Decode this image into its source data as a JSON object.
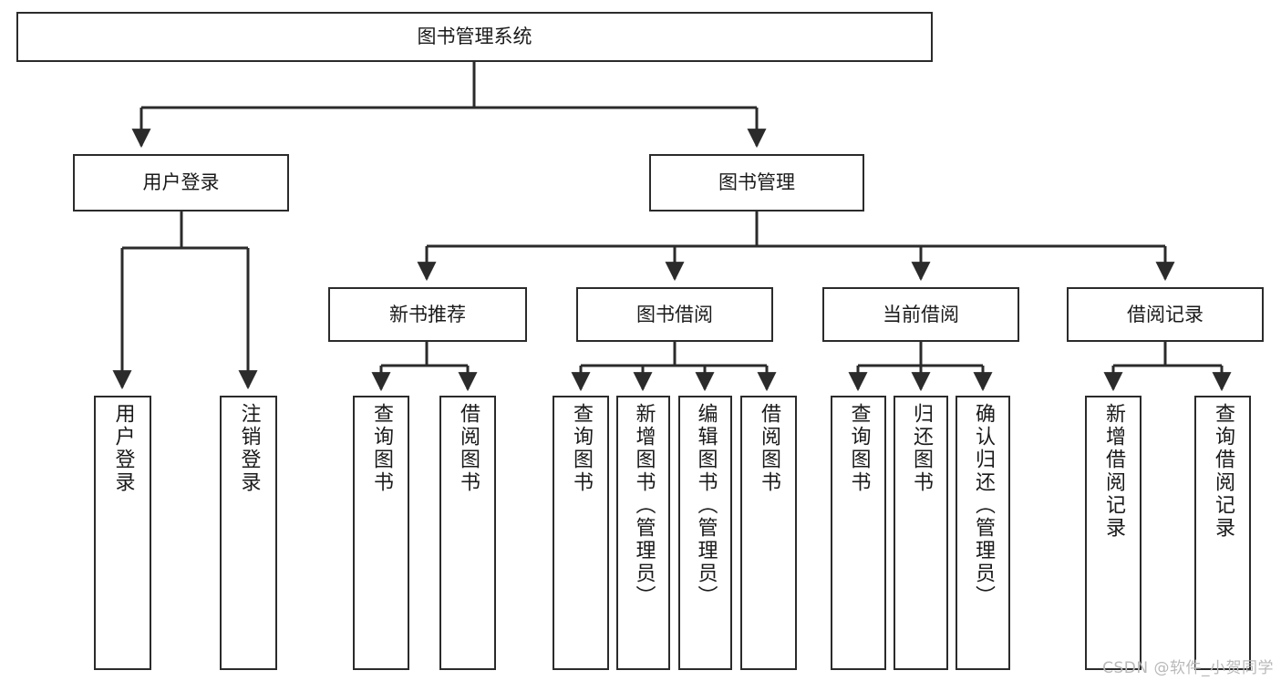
{
  "diagram": {
    "type": "tree-hierarchy",
    "title": "图书管理系统",
    "watermark": "CSDN @软件_小贺同学",
    "colors": {
      "stroke": "#2b2b2b",
      "fill": "#ffffff",
      "text": "#1a1a1a",
      "watermark": "#b9b9b9"
    },
    "nodes": {
      "root": {
        "label": "图书管理系统",
        "orientation": "horizontal"
      },
      "level2": [
        {
          "id": "user-login",
          "label": "用户登录",
          "orientation": "horizontal"
        },
        {
          "id": "book-manage",
          "label": "图书管理",
          "orientation": "horizontal"
        }
      ],
      "level3": [
        {
          "id": "new-book-recommend",
          "label": "新书推荐",
          "orientation": "horizontal"
        },
        {
          "id": "book-borrow",
          "label": "图书借阅",
          "orientation": "horizontal"
        },
        {
          "id": "current-borrow",
          "label": "当前借阅",
          "orientation": "horizontal"
        },
        {
          "id": "borrow-record",
          "label": "借阅记录",
          "orientation": "horizontal"
        }
      ],
      "leaves": [
        {
          "id": "leaf-user-login",
          "label": "用户登录",
          "parent": "user-login",
          "orientation": "vertical"
        },
        {
          "id": "leaf-logout-login",
          "label": "注销登录",
          "parent": "user-login",
          "orientation": "vertical"
        },
        {
          "id": "leaf-query-book-1",
          "label": "查询图书",
          "parent": "new-book-recommend",
          "orientation": "vertical"
        },
        {
          "id": "leaf-borrow-book-1",
          "label": "借阅图书",
          "parent": "new-book-recommend",
          "orientation": "vertical"
        },
        {
          "id": "leaf-query-book-2",
          "label": "查询图书",
          "parent": "book-borrow",
          "orientation": "vertical"
        },
        {
          "id": "leaf-add-book",
          "label": "新增图书（管理员）",
          "parent": "book-borrow",
          "orientation": "vertical"
        },
        {
          "id": "leaf-edit-book",
          "label": "编辑图书（管理员）",
          "parent": "book-borrow",
          "orientation": "vertical"
        },
        {
          "id": "leaf-borrow-book-2",
          "label": "借阅图书",
          "parent": "book-borrow",
          "orientation": "vertical"
        },
        {
          "id": "leaf-query-book-3",
          "label": "查询图书",
          "parent": "current-borrow",
          "orientation": "vertical"
        },
        {
          "id": "leaf-return-book",
          "label": "归还图书",
          "parent": "current-borrow",
          "orientation": "vertical"
        },
        {
          "id": "leaf-confirm-return",
          "label": "确认归还（管理员）",
          "parent": "current-borrow",
          "orientation": "vertical"
        },
        {
          "id": "leaf-add-record",
          "label": "新增借阅记录",
          "parent": "borrow-record",
          "orientation": "vertical"
        },
        {
          "id": "leaf-query-record",
          "label": "查询借阅记录",
          "parent": "borrow-record",
          "orientation": "vertical"
        }
      ]
    }
  }
}
